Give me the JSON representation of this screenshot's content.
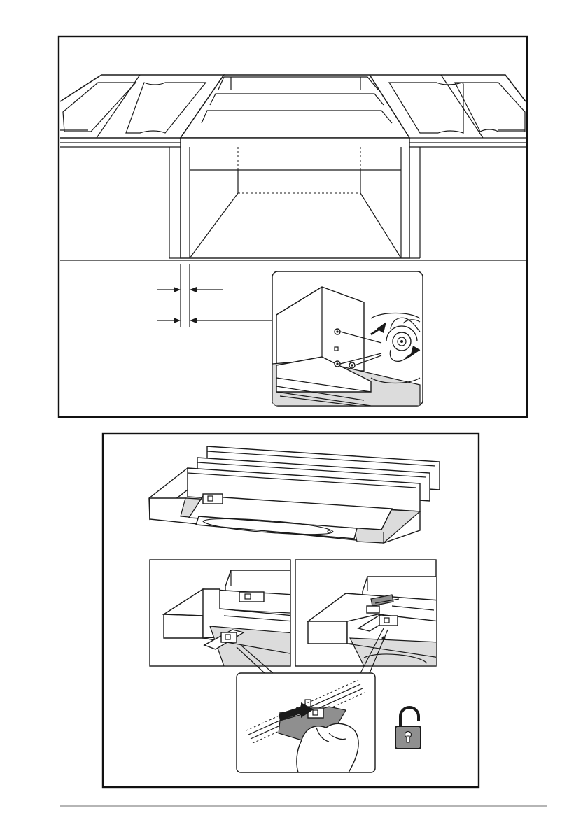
{
  "figure_1": {
    "name": "hood-installation-between-cabinets",
    "detail": "wall-fixing-screws-detail"
  },
  "figure_2": {
    "name": "telescopic-hood-drawer",
    "details": [
      "left-clip-detail",
      "right-clip-detail",
      "hand-release-clip-detail"
    ],
    "lock_icon": "unlocked-padlock-icon"
  },
  "colors": {
    "line": "#1a1a1a",
    "frame": "#111111",
    "fill_light": "#dcdcdc",
    "fill_dark": "#8f8f8f",
    "footer_rule": "#b5b5b5"
  }
}
